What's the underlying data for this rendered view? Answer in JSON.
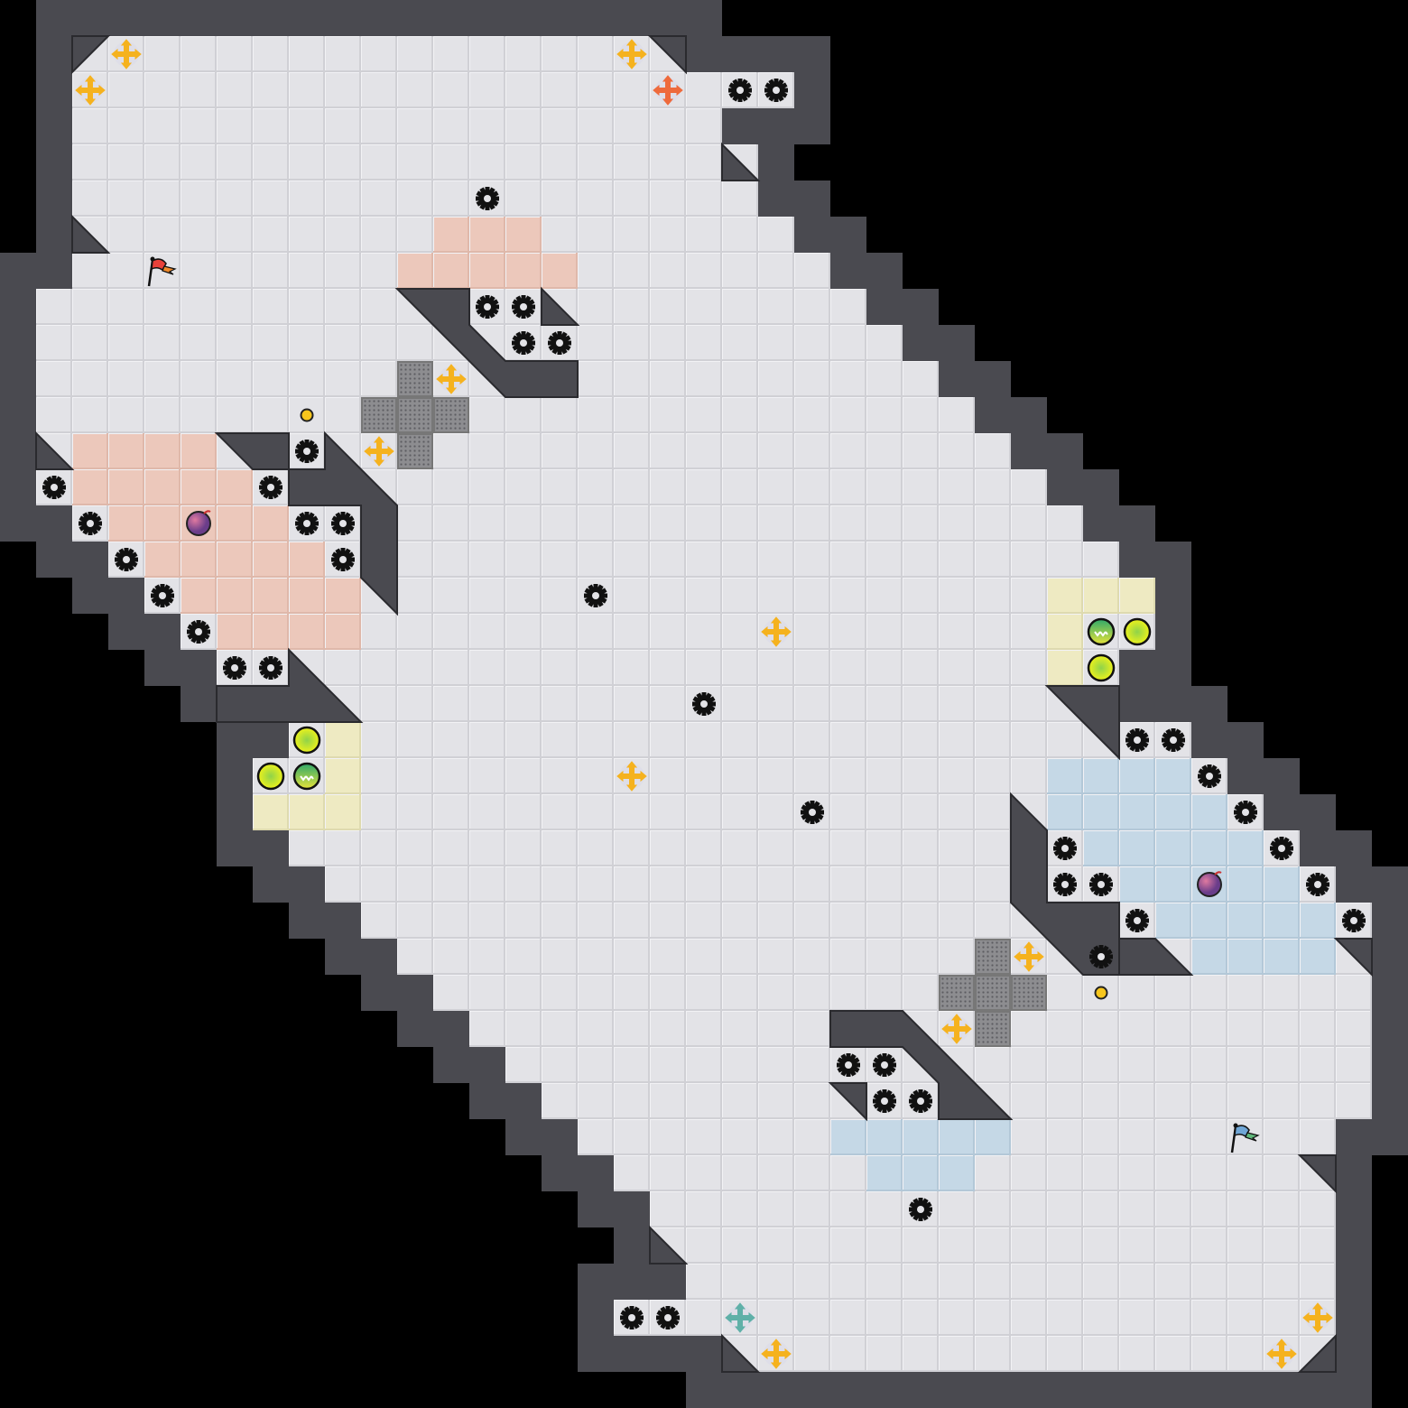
{
  "colors": {
    "floor": "#e3e3e7",
    "wall": "#4a4a50",
    "background": "#000000",
    "pink": "#ecc8bb",
    "blue": "#c5d8e6",
    "yellow": "#eeeac2",
    "gold": "#f5b21e",
    "orange": "#ee6a3c",
    "teal": "#5fb0a8"
  },
  "board": {
    "size": 39,
    "floor_rows": [
      null,
      [
        2,
        18
      ],
      [
        2,
        21
      ],
      [
        2,
        19
      ],
      [
        2,
        20
      ],
      [
        2,
        20
      ],
      [
        2,
        21
      ],
      [
        2,
        22
      ],
      [
        1,
        23
      ],
      [
        1,
        24
      ],
      [
        1,
        25
      ],
      [
        1,
        26
      ],
      [
        1,
        27
      ],
      [
        1,
        28
      ],
      [
        2,
        29
      ],
      [
        3,
        30
      ],
      [
        4,
        31
      ],
      [
        5,
        31
      ],
      [
        6,
        30
      ],
      [
        8,
        30
      ],
      [
        8,
        32
      ],
      [
        7,
        33
      ],
      [
        7,
        34
      ],
      [
        8,
        35
      ],
      [
        9,
        36
      ],
      [
        10,
        37
      ],
      [
        11,
        37
      ],
      [
        12,
        37
      ],
      [
        13,
        37
      ],
      [
        14,
        37
      ],
      [
        15,
        37
      ],
      [
        16,
        36
      ],
      [
        17,
        36
      ],
      [
        18,
        36
      ],
      [
        18,
        36
      ],
      [
        19,
        36
      ],
      [
        17,
        36
      ],
      [
        20,
        36
      ],
      null
    ],
    "zones": [
      {
        "type": "pink",
        "cells": [
          [
            12,
            6
          ],
          [
            13,
            6
          ],
          [
            14,
            6
          ],
          [
            11,
            7
          ],
          [
            12,
            7
          ],
          [
            13,
            7
          ],
          [
            14,
            7
          ],
          [
            15,
            7
          ],
          [
            2,
            12
          ],
          [
            3,
            12
          ],
          [
            4,
            12
          ],
          [
            5,
            12
          ],
          [
            2,
            13
          ],
          [
            3,
            13
          ],
          [
            4,
            13
          ],
          [
            5,
            13
          ],
          [
            6,
            13
          ],
          [
            3,
            14
          ],
          [
            4,
            14
          ],
          [
            5,
            14
          ],
          [
            6,
            14
          ],
          [
            7,
            14
          ],
          [
            4,
            15
          ],
          [
            5,
            15
          ],
          [
            6,
            15
          ],
          [
            7,
            15
          ],
          [
            8,
            15
          ],
          [
            5,
            16
          ],
          [
            6,
            16
          ],
          [
            7,
            16
          ],
          [
            8,
            16
          ],
          [
            9,
            16
          ],
          [
            6,
            17
          ],
          [
            7,
            17
          ],
          [
            8,
            17
          ],
          [
            9,
            17
          ]
        ]
      },
      {
        "type": "blue",
        "cells": [
          [
            29,
            21
          ],
          [
            30,
            21
          ],
          [
            31,
            21
          ],
          [
            32,
            21
          ],
          [
            29,
            22
          ],
          [
            30,
            22
          ],
          [
            31,
            22
          ],
          [
            32,
            22
          ],
          [
            33,
            22
          ],
          [
            30,
            23
          ],
          [
            31,
            23
          ],
          [
            32,
            23
          ],
          [
            33,
            23
          ],
          [
            34,
            23
          ],
          [
            31,
            24
          ],
          [
            32,
            24
          ],
          [
            33,
            24
          ],
          [
            34,
            24
          ],
          [
            35,
            24
          ],
          [
            32,
            25
          ],
          [
            33,
            25
          ],
          [
            34,
            25
          ],
          [
            35,
            25
          ],
          [
            36,
            25
          ],
          [
            33,
            26
          ],
          [
            34,
            26
          ],
          [
            35,
            26
          ],
          [
            36,
            26
          ],
          [
            23,
            31
          ],
          [
            24,
            31
          ],
          [
            25,
            31
          ],
          [
            26,
            31
          ],
          [
            27,
            31
          ],
          [
            24,
            32
          ],
          [
            25,
            32
          ],
          [
            26,
            32
          ]
        ]
      },
      {
        "type": "yellow",
        "cells": [
          [
            29,
            16
          ],
          [
            30,
            16
          ],
          [
            31,
            16
          ],
          [
            29,
            17
          ],
          [
            29,
            18
          ],
          [
            9,
            20
          ],
          [
            9,
            21
          ],
          [
            7,
            22
          ],
          [
            8,
            22
          ],
          [
            9,
            22
          ]
        ]
      },
      {
        "type": "grate",
        "cells": [
          [
            11,
            10
          ],
          [
            10,
            11
          ],
          [
            11,
            11
          ],
          [
            12,
            11
          ],
          [
            11,
            12
          ],
          [
            27,
            26
          ],
          [
            26,
            27
          ],
          [
            27,
            27
          ],
          [
            28,
            27
          ],
          [
            27,
            28
          ]
        ]
      }
    ],
    "entities": {
      "gold_cross": [
        [
          3,
          1
        ],
        [
          17,
          1
        ],
        [
          2,
          2
        ],
        [
          12,
          10
        ],
        [
          10,
          12
        ],
        [
          21,
          17
        ],
        [
          17,
          21
        ],
        [
          28,
          26
        ],
        [
          26,
          28
        ],
        [
          21,
          37
        ],
        [
          36,
          36
        ],
        [
          35,
          37
        ]
      ],
      "orange_cross": [
        [
          18,
          2
        ]
      ],
      "teal_cross": [
        [
          20,
          36
        ]
      ],
      "gear": [
        [
          20,
          2
        ],
        [
          21,
          2
        ],
        [
          13,
          5
        ],
        [
          13,
          8
        ],
        [
          14,
          8
        ],
        [
          14,
          9
        ],
        [
          15,
          9
        ],
        [
          8,
          12
        ],
        [
          1,
          13
        ],
        [
          7,
          13
        ],
        [
          2,
          14
        ],
        [
          8,
          14
        ],
        [
          9,
          14
        ],
        [
          3,
          15
        ],
        [
          9,
          15
        ],
        [
          4,
          16
        ],
        [
          16,
          16
        ],
        [
          5,
          17
        ],
        [
          6,
          18
        ],
        [
          7,
          18
        ],
        [
          19,
          19
        ],
        [
          31,
          20
        ],
        [
          32,
          20
        ],
        [
          33,
          21
        ],
        [
          22,
          22
        ],
        [
          34,
          22
        ],
        [
          29,
          23
        ],
        [
          35,
          23
        ],
        [
          29,
          24
        ],
        [
          30,
          24
        ],
        [
          36,
          24
        ],
        [
          31,
          25
        ],
        [
          37,
          25
        ],
        [
          30,
          26
        ],
        [
          23,
          29
        ],
        [
          24,
          29
        ],
        [
          24,
          30
        ],
        [
          25,
          30
        ],
        [
          25,
          33
        ],
        [
          17,
          36
        ],
        [
          18,
          36
        ]
      ],
      "red_flag": [
        [
          4,
          7
        ]
      ],
      "blue_flag": [
        [
          34,
          31
        ]
      ],
      "bomb": [
        [
          5,
          14
        ],
        [
          33,
          24
        ]
      ],
      "coin": [
        [
          8,
          11
        ],
        [
          30,
          27
        ]
      ],
      "yellow_ball": [
        [
          31,
          17
        ],
        [
          30,
          18
        ],
        [
          8,
          20
        ],
        [
          7,
          21
        ]
      ],
      "green_ball": [
        [
          30,
          17
        ],
        [
          8,
          21
        ]
      ]
    }
  }
}
